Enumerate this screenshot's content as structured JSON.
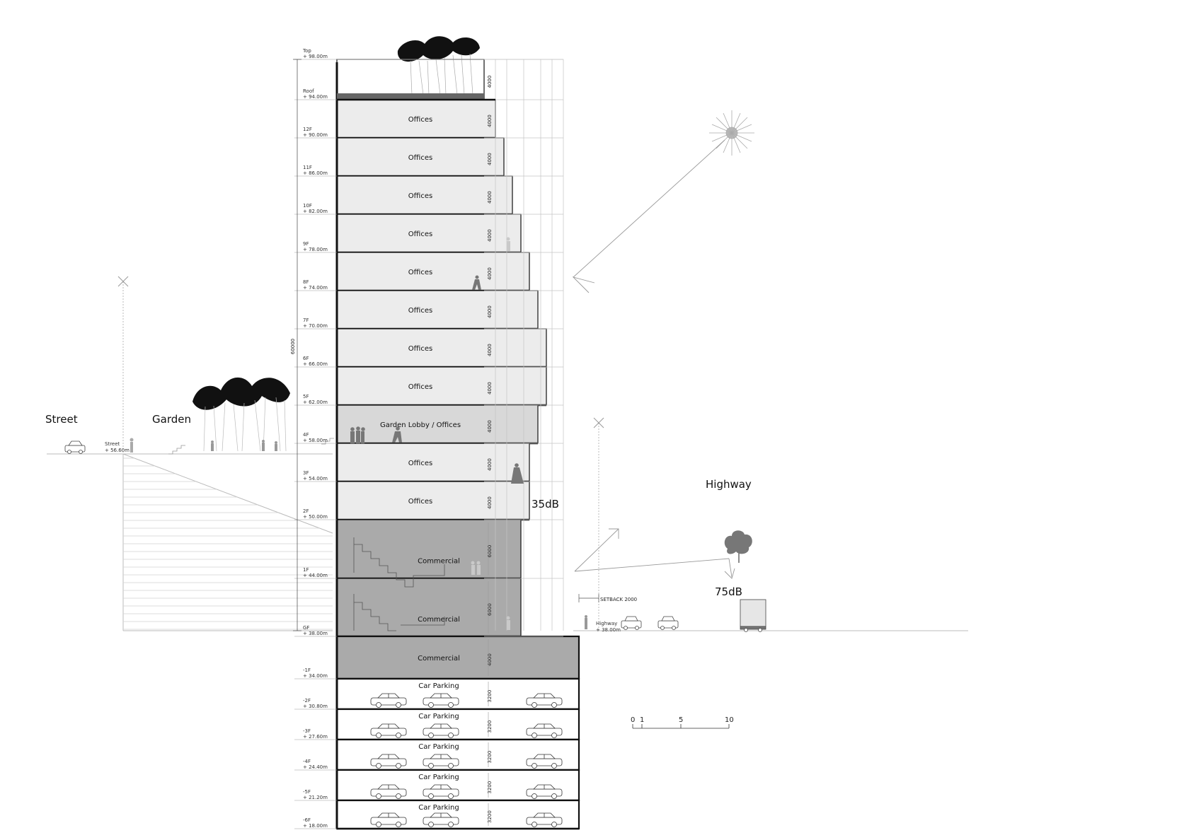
{
  "context_labels": {
    "street": "Street",
    "garden": "Garden",
    "highway": "Highway",
    "street_level_name": "Street",
    "street_level_elev": "+ 56.60m",
    "highway_level_name": "Highway",
    "highway_level_elev": "+ 38.00m",
    "setback": "SETBACK 2000",
    "noise_inside": "35dB",
    "noise_outside": "75dB",
    "total_height_dim": "60000"
  },
  "levels": [
    {
      "name": "Top",
      "elev": "+ 98.00m"
    },
    {
      "name": "Roof",
      "elev": "+ 94.00m"
    },
    {
      "name": "12F",
      "elev": "+ 90.00m"
    },
    {
      "name": "11F",
      "elev": "+ 86.00m"
    },
    {
      "name": "10F",
      "elev": "+ 82.00m"
    },
    {
      "name": "9F",
      "elev": "+ 78.00m"
    },
    {
      "name": "8F",
      "elev": "+ 74.00m"
    },
    {
      "name": "7F",
      "elev": "+ 70.00m"
    },
    {
      "name": "6F",
      "elev": "+ 66.00m"
    },
    {
      "name": "5F",
      "elev": "+ 62.00m"
    },
    {
      "name": "4F",
      "elev": "+ 58.00m"
    },
    {
      "name": "3F",
      "elev": "+ 54.00m"
    },
    {
      "name": "2F",
      "elev": "+ 50.00m"
    },
    {
      "name": "1F",
      "elev": "+ 44.00m"
    },
    {
      "name": "GF",
      "elev": "+ 38.00m"
    },
    {
      "name": "-1F",
      "elev": "+ 34.00m"
    },
    {
      "name": "-2F",
      "elev": "+ 30.80m"
    },
    {
      "name": "-3F",
      "elev": "+ 27.60m"
    },
    {
      "name": "-4F",
      "elev": "+ 24.40m"
    },
    {
      "name": "-5F",
      "elev": "+ 21.20m"
    },
    {
      "name": "-6F",
      "elev": "+ 18.00m"
    }
  ],
  "floors": [
    {
      "label": "",
      "dim": "4000"
    },
    {
      "label": "Offices",
      "dim": "4000"
    },
    {
      "label": "Offices",
      "dim": "4000"
    },
    {
      "label": "Offices",
      "dim": "4000"
    },
    {
      "label": "Offices",
      "dim": "4000"
    },
    {
      "label": "Offices",
      "dim": "4000"
    },
    {
      "label": "Offices",
      "dim": "4000"
    },
    {
      "label": "Offices",
      "dim": "4000"
    },
    {
      "label": "Offices",
      "dim": "4000"
    },
    {
      "label": "Garden Lobby / Offices",
      "dim": "4000"
    },
    {
      "label": "Offices",
      "dim": "4000"
    },
    {
      "label": "Offices",
      "dim": "4000"
    },
    {
      "label": "Commercial",
      "dim": "6000"
    },
    {
      "label": "Commercial",
      "dim": "6000"
    },
    {
      "label": "Commercial",
      "dim": "4000"
    },
    {
      "label": "Car Parking",
      "dim": "3200"
    },
    {
      "label": "Car Parking",
      "dim": "3200"
    },
    {
      "label": "Car Parking",
      "dim": "3200"
    },
    {
      "label": "Car Parking",
      "dim": "3200"
    },
    {
      "label": "Car Parking",
      "dim": "3200"
    }
  ],
  "scale_bar": {
    "labels": [
      "0",
      "1",
      "5",
      "10"
    ]
  },
  "colors": {
    "offices": "#ececec",
    "lobby": "#d8d8d8",
    "commercial": "#aaaaaa",
    "parking": "#ffffff",
    "roof_slab": "#666666",
    "line": "#111111",
    "light_line": "#bdbdbd"
  }
}
